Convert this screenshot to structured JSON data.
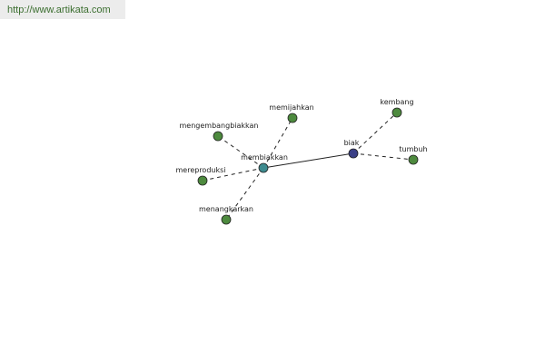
{
  "header": {
    "url": "http://www.artikata.com"
  },
  "colors": {
    "synonym_node": "#4d8a3e",
    "center_node": "#3e8b8f",
    "root_node": "#3b3f86",
    "edge": "#222222"
  },
  "graph": {
    "nodes": [
      {
        "id": "membiakkan",
        "label": "membiakkan",
        "kind": "center"
      },
      {
        "id": "biak",
        "label": "biak",
        "kind": "root"
      },
      {
        "id": "kembang",
        "label": "kembang",
        "kind": "synonym"
      },
      {
        "id": "tumbuh",
        "label": "tumbuh",
        "kind": "synonym"
      },
      {
        "id": "memijahkan",
        "label": "memijahkan",
        "kind": "synonym"
      },
      {
        "id": "mengembangbiakkan",
        "label": "mengembangbiakkan",
        "kind": "synonym"
      },
      {
        "id": "mereproduksi",
        "label": "mereproduksi",
        "kind": "synonym"
      },
      {
        "id": "menangkarkan",
        "label": "menangkarkan",
        "kind": "synonym"
      }
    ],
    "edges": [
      {
        "from": "membiakkan",
        "to": "biak",
        "style": "solid"
      },
      {
        "from": "biak",
        "to": "kembang",
        "style": "dashed"
      },
      {
        "from": "biak",
        "to": "tumbuh",
        "style": "dashed"
      },
      {
        "from": "membiakkan",
        "to": "memijahkan",
        "style": "dashed"
      },
      {
        "from": "membiakkan",
        "to": "mengembangbiakkan",
        "style": "dashed"
      },
      {
        "from": "membiakkan",
        "to": "mereproduksi",
        "style": "dashed"
      },
      {
        "from": "membiakkan",
        "to": "menangkarkan",
        "style": "dashed"
      }
    ]
  }
}
